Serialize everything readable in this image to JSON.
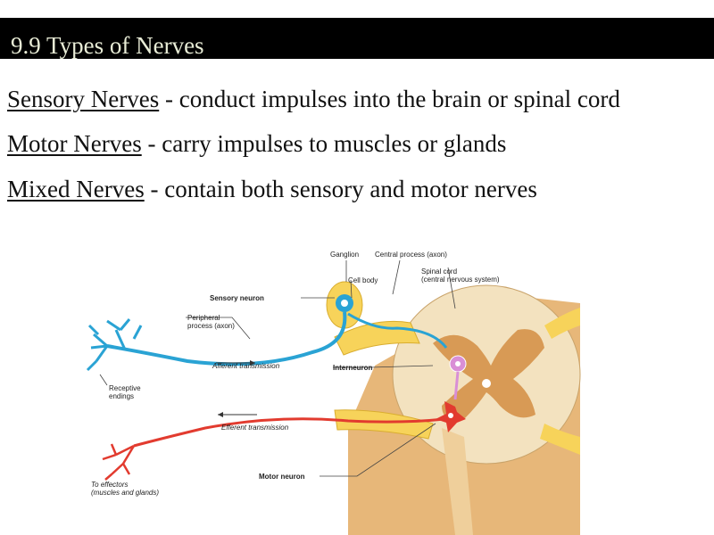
{
  "slide": {
    "title": "9.9 Types of Nerves",
    "bullets": [
      {
        "term": "Sensory Nerves",
        "desc": " - conduct impulses into the brain or spinal cord"
      },
      {
        "term": "Motor Nerves",
        "desc": " - carry impulses to muscles or glands"
      },
      {
        "term": "Mixed Nerves",
        "desc": " - contain both sensory and motor nerves"
      }
    ]
  },
  "diagram": {
    "labels": {
      "ganglion": "Ganglion",
      "central_process": "Central process (axon)",
      "spinal_cord_1": "Spinal cord",
      "spinal_cord_2": "(central nervous system)",
      "cell_body": "Cell body",
      "sensory_neuron": "Sensory neuron",
      "peripheral_1": "Peripheral",
      "peripheral_2": "process (axon)",
      "afferent": "Afferent transmission",
      "interneuron": "Interneuron",
      "receptive_1": "Receptive",
      "receptive_2": "endings",
      "efferent": "Efferent transmission",
      "motor_neuron": "Motor neuron",
      "effectors_1": "To effectors",
      "effectors_2": "(muscles and glands)"
    },
    "colors": {
      "sensory": "#2aa3d4",
      "motor": "#e23b2f",
      "interneuron": "#d98fd6",
      "nerve_root": "#f7d35a",
      "cord_white": "#f3e2bf",
      "cord_gray": "#d89a55"
    }
  }
}
